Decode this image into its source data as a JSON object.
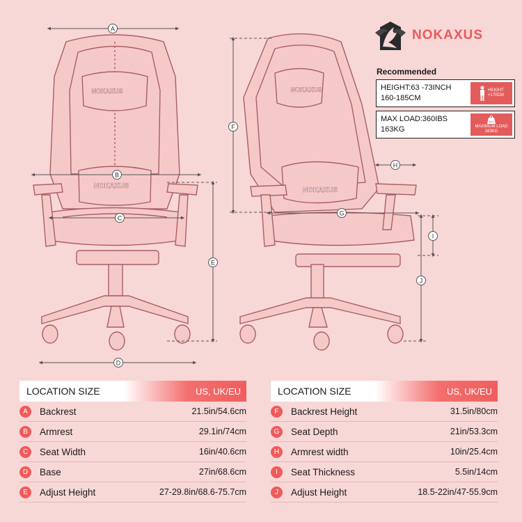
{
  "brand": {
    "name": "NOKAXUS"
  },
  "chair_logo_text": "NOKAXUS",
  "dimension_labels": [
    "A",
    "B",
    "C",
    "D",
    "E",
    "F",
    "G",
    "H",
    "I",
    "J"
  ],
  "recommended": {
    "title": "Recommended",
    "height_line1": "HEIGHT:63 -73INCH",
    "height_line2": "160-185CM",
    "height_badge": "HEIGHT\n<170CM",
    "load_line1": "MAX LOAD:360IBS",
    "load_line2": "163KG",
    "load_badge_icon": "MAX",
    "load_badge": "MAXIMUM LOAD\n163KG"
  },
  "tables": [
    {
      "header": "LOCATION SIZE",
      "unit": "US, UK/EU",
      "rows": [
        {
          "letter": "A",
          "name": "Backrest",
          "value": "21.5in/54.6cm"
        },
        {
          "letter": "B",
          "name": "Armrest",
          "value": "29.1in/74cm"
        },
        {
          "letter": "C",
          "name": "Seat Width",
          "value": "16in/40.6cm"
        },
        {
          "letter": "D",
          "name": "Base",
          "value": "27in/68.6cm"
        },
        {
          "letter": "E",
          "name": "Adjust Height",
          "value": "27-29.8in/68.6-75.7cm"
        }
      ]
    },
    {
      "header": "LOCATION SIZE",
      "unit": "US, UK/EU",
      "rows": [
        {
          "letter": "F",
          "name": "Backrest Height",
          "value": "31.5in/80cm"
        },
        {
          "letter": "G",
          "name": "Seat Depth",
          "value": "21in/53.3cm"
        },
        {
          "letter": "H",
          "name": "Armrest width",
          "value": "10in/25.4cm"
        },
        {
          "letter": "I",
          "name": "Seat Thickness",
          "value": "5.5in/14cm"
        },
        {
          "letter": "J",
          "name": "Adjust Height",
          "value": "18.5-22in/47-55.9cm"
        }
      ]
    }
  ],
  "colors": {
    "background": "#f8d7d7",
    "accent": "#ef5b5b",
    "chair_outline": "#a85f64",
    "dimension_line": "#555555"
  }
}
